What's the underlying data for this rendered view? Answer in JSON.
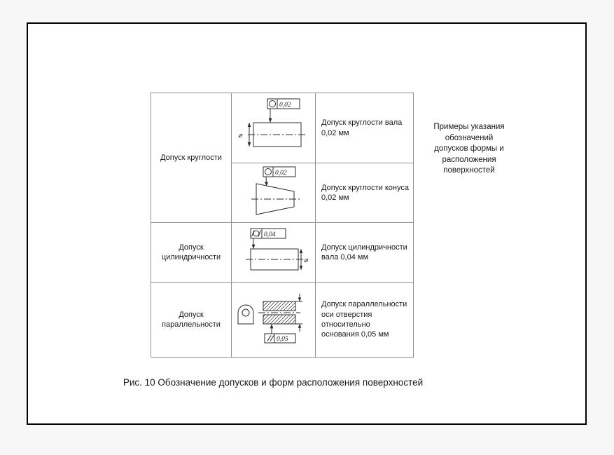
{
  "figure": {
    "side_note": "Примеры указания обозначений допусков формы и расположения поверхностей",
    "caption": "Рис. 10 Обозначение допусков и форм расположения поверхностей",
    "symbols": {
      "diameter": "⌀"
    },
    "rows": [
      {
        "name": "Допуск круглости",
        "value": "0,02",
        "description": "Допуск круглости вала 0,02 мм"
      },
      {
        "value": "0,02",
        "description": "Допуск круглости конуса 0,02 мм"
      },
      {
        "name": "Допуск цилиндричности",
        "value": "0,04",
        "description": "Допуск цилиндричности вала 0,04 мм"
      },
      {
        "name": "Допуск параллельности",
        "value": "0,05",
        "description": "Допуск параллельности оси отверстия относительно основания 0,05 мм"
      }
    ]
  }
}
